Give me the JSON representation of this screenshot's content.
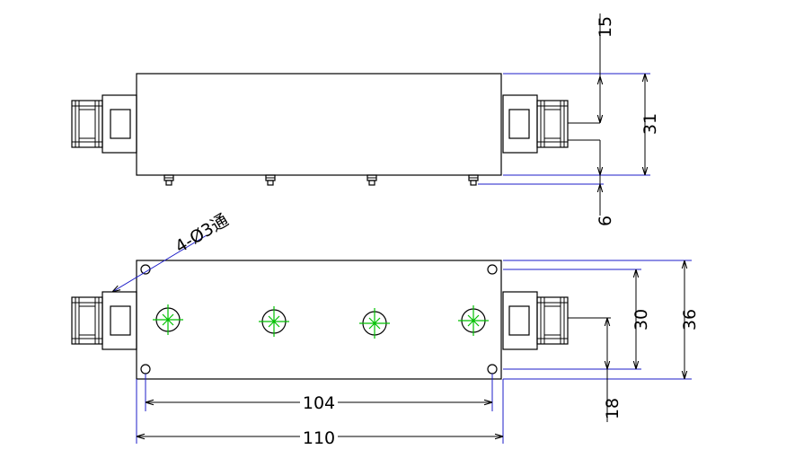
{
  "dimensions": {
    "top_view": {
      "connector_offset": "15",
      "height": "31",
      "screw_protrusion": "6"
    },
    "bottom_view": {
      "holes_note": "4-Ø3通",
      "hole_spacing_y": "30",
      "height": "36",
      "connector_offset": "18",
      "hole_spacing_x": "104",
      "length": "110"
    }
  },
  "colors": {
    "outline": "#000000",
    "dimension_line": "#1c1cc8",
    "center_mark": "#00c000"
  }
}
